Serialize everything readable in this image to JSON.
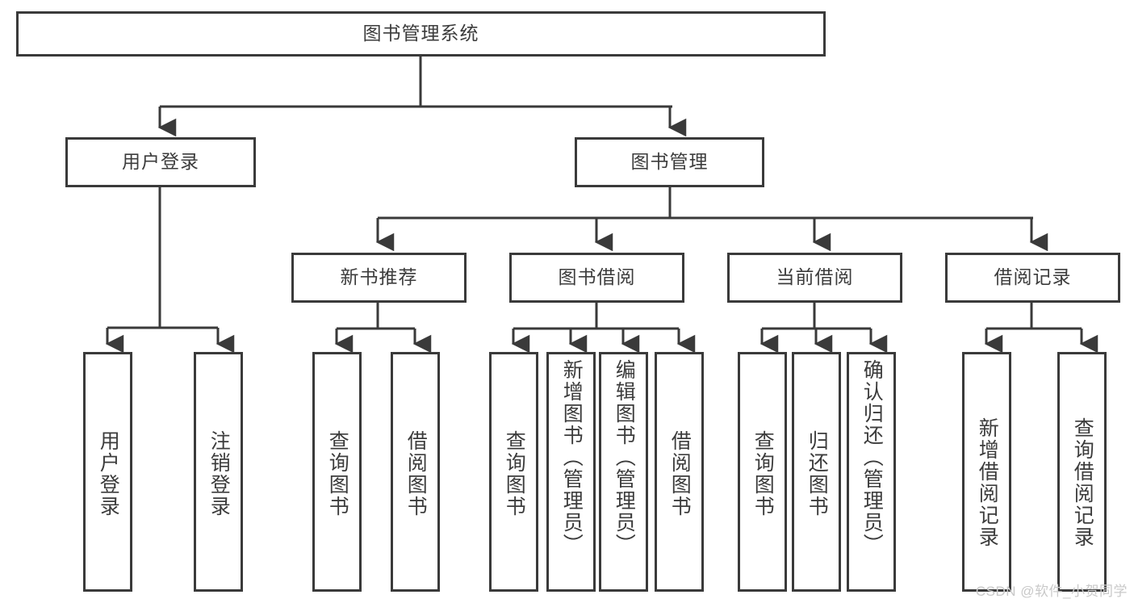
{
  "diagram": {
    "title": "图书管理系统",
    "type": "tree-hierarchy-diagram",
    "root": {
      "label": "图书管理系统"
    },
    "level2": [
      {
        "label": "用户登录"
      },
      {
        "label": "图书管理"
      }
    ],
    "level3": [
      {
        "label": "新书推荐"
      },
      {
        "label": "图书借阅"
      },
      {
        "label": "当前借阅"
      },
      {
        "label": "借阅记录"
      }
    ],
    "leaves": {
      "user_login": [
        {
          "label": "用户登录"
        },
        {
          "label": "注销登录"
        }
      ],
      "new_book_recommend": [
        {
          "label": "查询图书"
        },
        {
          "label": "借阅图书"
        }
      ],
      "book_borrow": [
        {
          "label": "查询图书"
        },
        {
          "label": "新增图书（管理员）"
        },
        {
          "label": "编辑图书（管理员）"
        },
        {
          "label": "借阅图书"
        }
      ],
      "current_borrow": [
        {
          "label": "查询图书"
        },
        {
          "label": "归还图书"
        },
        {
          "label": "确认归还（管理员）"
        }
      ],
      "borrow_record": [
        {
          "label": "新增借阅记录"
        },
        {
          "label": "查询借阅记录"
        }
      ]
    }
  },
  "watermark": {
    "text": "CSDN @软件_小贺同学"
  },
  "colors": {
    "border": "#3a3a3a",
    "text": "#3c3c3c",
    "background": "#ffffff",
    "watermark": "#c9c9c9"
  }
}
